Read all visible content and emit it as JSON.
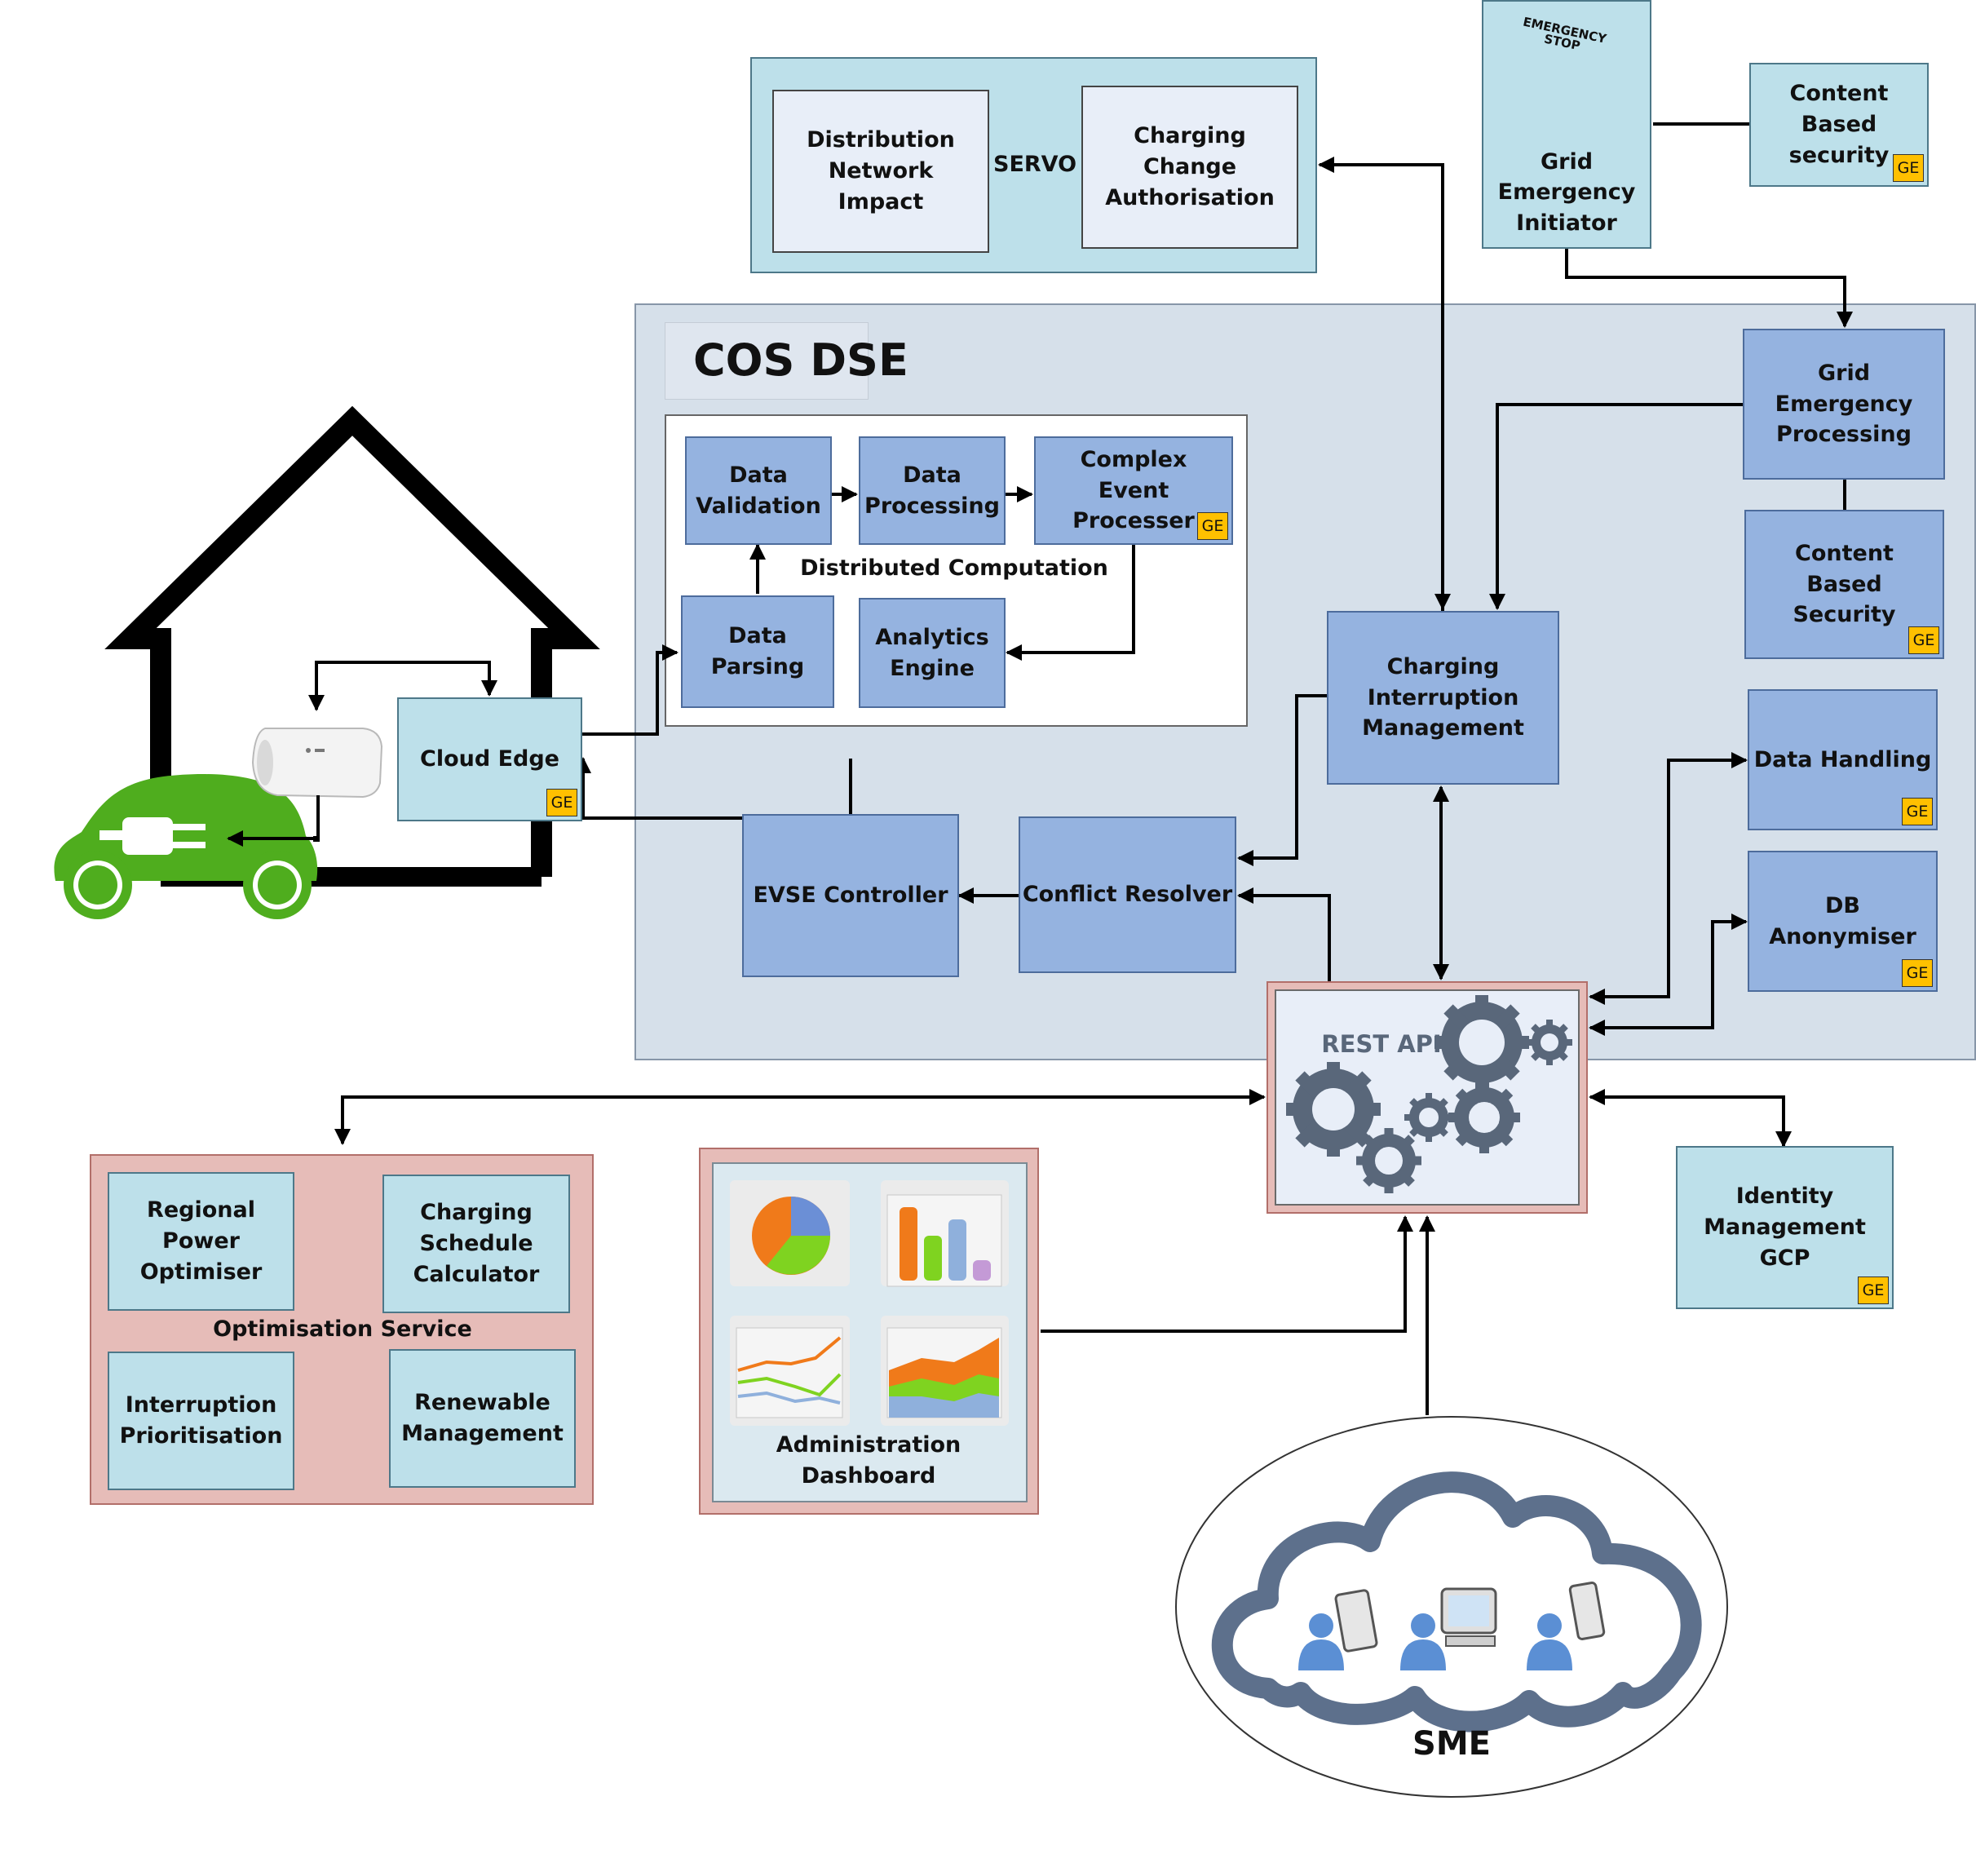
{
  "servo": {
    "label": "SERVO",
    "distribution_network_impact": "Distribution Network Impact",
    "charging_change_authorisation": "Charging Change Authorisation"
  },
  "grid_emergency_initiator": {
    "label": "Grid Emergency Initiator",
    "stop_text": "EMERGENCY STOP"
  },
  "content_based_security_top": "Content Based security",
  "cos_dse": {
    "title": "COS DSE",
    "distributed_computation": {
      "label": "Distributed Computation",
      "data_validation": "Data Validation",
      "data_processing": "Data Processing",
      "complex_event_processer": "Complex Event Processer",
      "data_parsing": "Data Parsing",
      "analytics_engine": "Analytics Engine"
    },
    "grid_emergency_processing": "Grid Emergency Processing",
    "content_based_security": "Content Based Security",
    "charging_interruption_management": "Charging Interruption Management",
    "data_handling": "Data Handling",
    "db_anonymiser": "DB Anonymiser",
    "evse_controller": "EVSE Controller",
    "conflict_resolver": "Conflict Resolver"
  },
  "cloud_edge": "Cloud Edge",
  "rest_api": "REST API",
  "identity_management": "Identity Management GCP",
  "optimisation_service": {
    "label": "Optimisation Service",
    "regional_power_optimiser": "Regional Power Optimiser",
    "charging_schedule_calculator": "Charging Schedule Calculator",
    "interruption_prioritisation": "Interruption Prioritisation",
    "renewable_management": "Renewable Management"
  },
  "administration_dashboard": "Administration Dashboard",
  "sme": "SME",
  "ge_badge": "GE",
  "colors": {
    "component_blue": "#95b3e0",
    "service_teal": "#bde0ea",
    "dse_background": "#d6e0ea",
    "optimisation_pink": "#e6bcb8",
    "ge_badge": "#ffc000",
    "car_green": "#4fad1e",
    "gear_grey": "#59677a"
  }
}
